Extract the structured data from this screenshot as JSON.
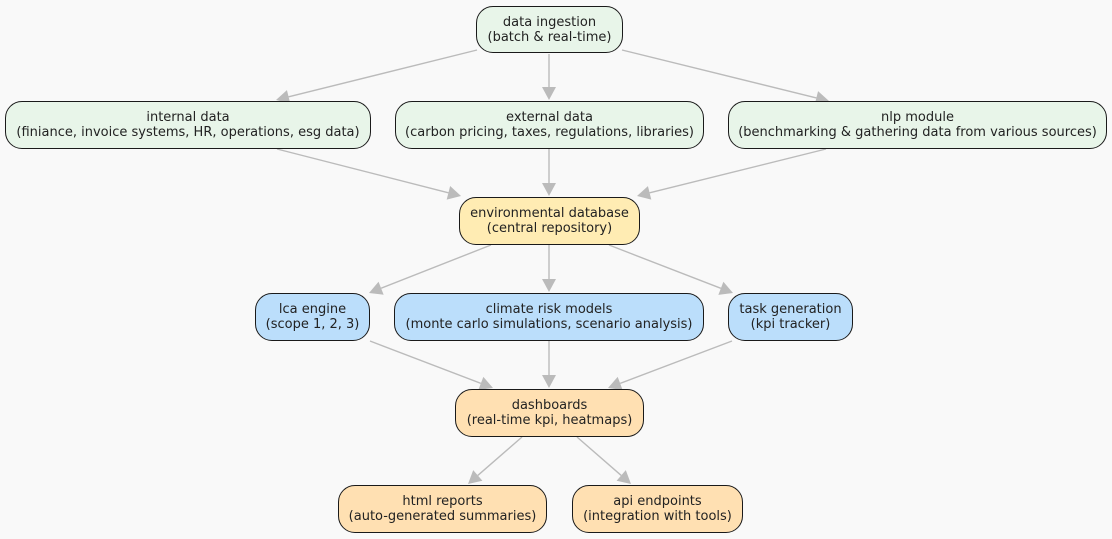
{
  "colors": {
    "background": "#f9f9f9",
    "source_fill": "#e8f5e9",
    "database_fill": "#ffecb3",
    "analysis_fill": "#bbdefb",
    "output_fill": "#ffe0b2",
    "edge": "#bbbbbb",
    "border": "#1a1a1a"
  },
  "nodes": {
    "ingestion": {
      "title": "data ingestion",
      "subtitle": "(batch & real-time)"
    },
    "internal": {
      "title": "internal data",
      "subtitle": "(finiance, invoice systems, HR, operations, esg data)"
    },
    "external": {
      "title": "external data",
      "subtitle": "(carbon pricing, taxes, regulations, libraries)"
    },
    "nlp": {
      "title": "nlp module",
      "subtitle": "(benchmarking & gathering data from various sources)"
    },
    "database": {
      "title": "environmental database",
      "subtitle": "(central repository)"
    },
    "lca": {
      "title": "lca engine",
      "subtitle": "(scope 1, 2, 3)"
    },
    "climate": {
      "title": "climate risk models",
      "subtitle": "(monte carlo simulations, scenario analysis)"
    },
    "task": {
      "title": "task generation",
      "subtitle": "(kpi tracker)"
    },
    "dashboards": {
      "title": "dashboards",
      "subtitle": "(real-time kpi, heatmaps)"
    },
    "html_reports": {
      "title": "html reports",
      "subtitle": "(auto-generated summaries)"
    },
    "api": {
      "title": "api endpoints",
      "subtitle": "(integration with tools)"
    }
  },
  "edges": [
    {
      "from": "ingestion",
      "to": "internal"
    },
    {
      "from": "ingestion",
      "to": "external"
    },
    {
      "from": "ingestion",
      "to": "nlp"
    },
    {
      "from": "internal",
      "to": "database"
    },
    {
      "from": "external",
      "to": "database"
    },
    {
      "from": "nlp",
      "to": "database"
    },
    {
      "from": "database",
      "to": "lca"
    },
    {
      "from": "database",
      "to": "climate"
    },
    {
      "from": "database",
      "to": "task"
    },
    {
      "from": "lca",
      "to": "dashboards"
    },
    {
      "from": "climate",
      "to": "dashboards"
    },
    {
      "from": "task",
      "to": "dashboards"
    },
    {
      "from": "dashboards",
      "to": "html_reports"
    },
    {
      "from": "dashboards",
      "to": "api"
    }
  ]
}
